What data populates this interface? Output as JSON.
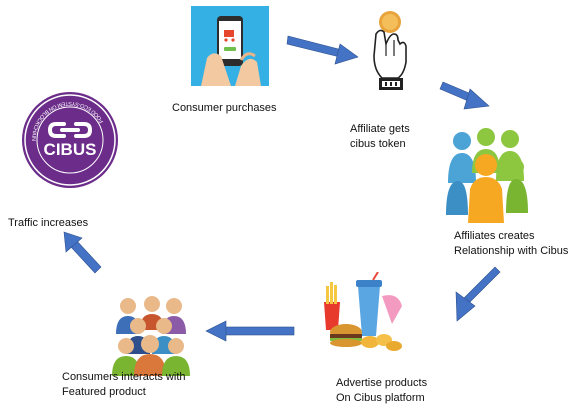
{
  "nodes": {
    "consumer_purchases": {
      "label": "Consumer purchases"
    },
    "affiliate_token": {
      "label": "Affiliate gets\ncibus token"
    },
    "affiliates_relationship": {
      "label": "Affiliates creates\nRelationship with Cibus"
    },
    "advertise_products": {
      "label": "Advertise products\nOn Cibus platform"
    },
    "consumers_interact": {
      "label": "Consumers interacts with\nFeatured product"
    },
    "traffic_increases": {
      "label": "Traffic increases"
    }
  },
  "logo": {
    "text": "CIBUS",
    "ring_text": "FOOD ECO-SYSTEM ON BLOCKCHAIN"
  },
  "colors": {
    "arrow": "#4472C4",
    "logo_purple": "#6B2C8A",
    "people_green": "#8DC63F",
    "people_blue": "#4BA3D6",
    "people_orange": "#F7A823"
  }
}
